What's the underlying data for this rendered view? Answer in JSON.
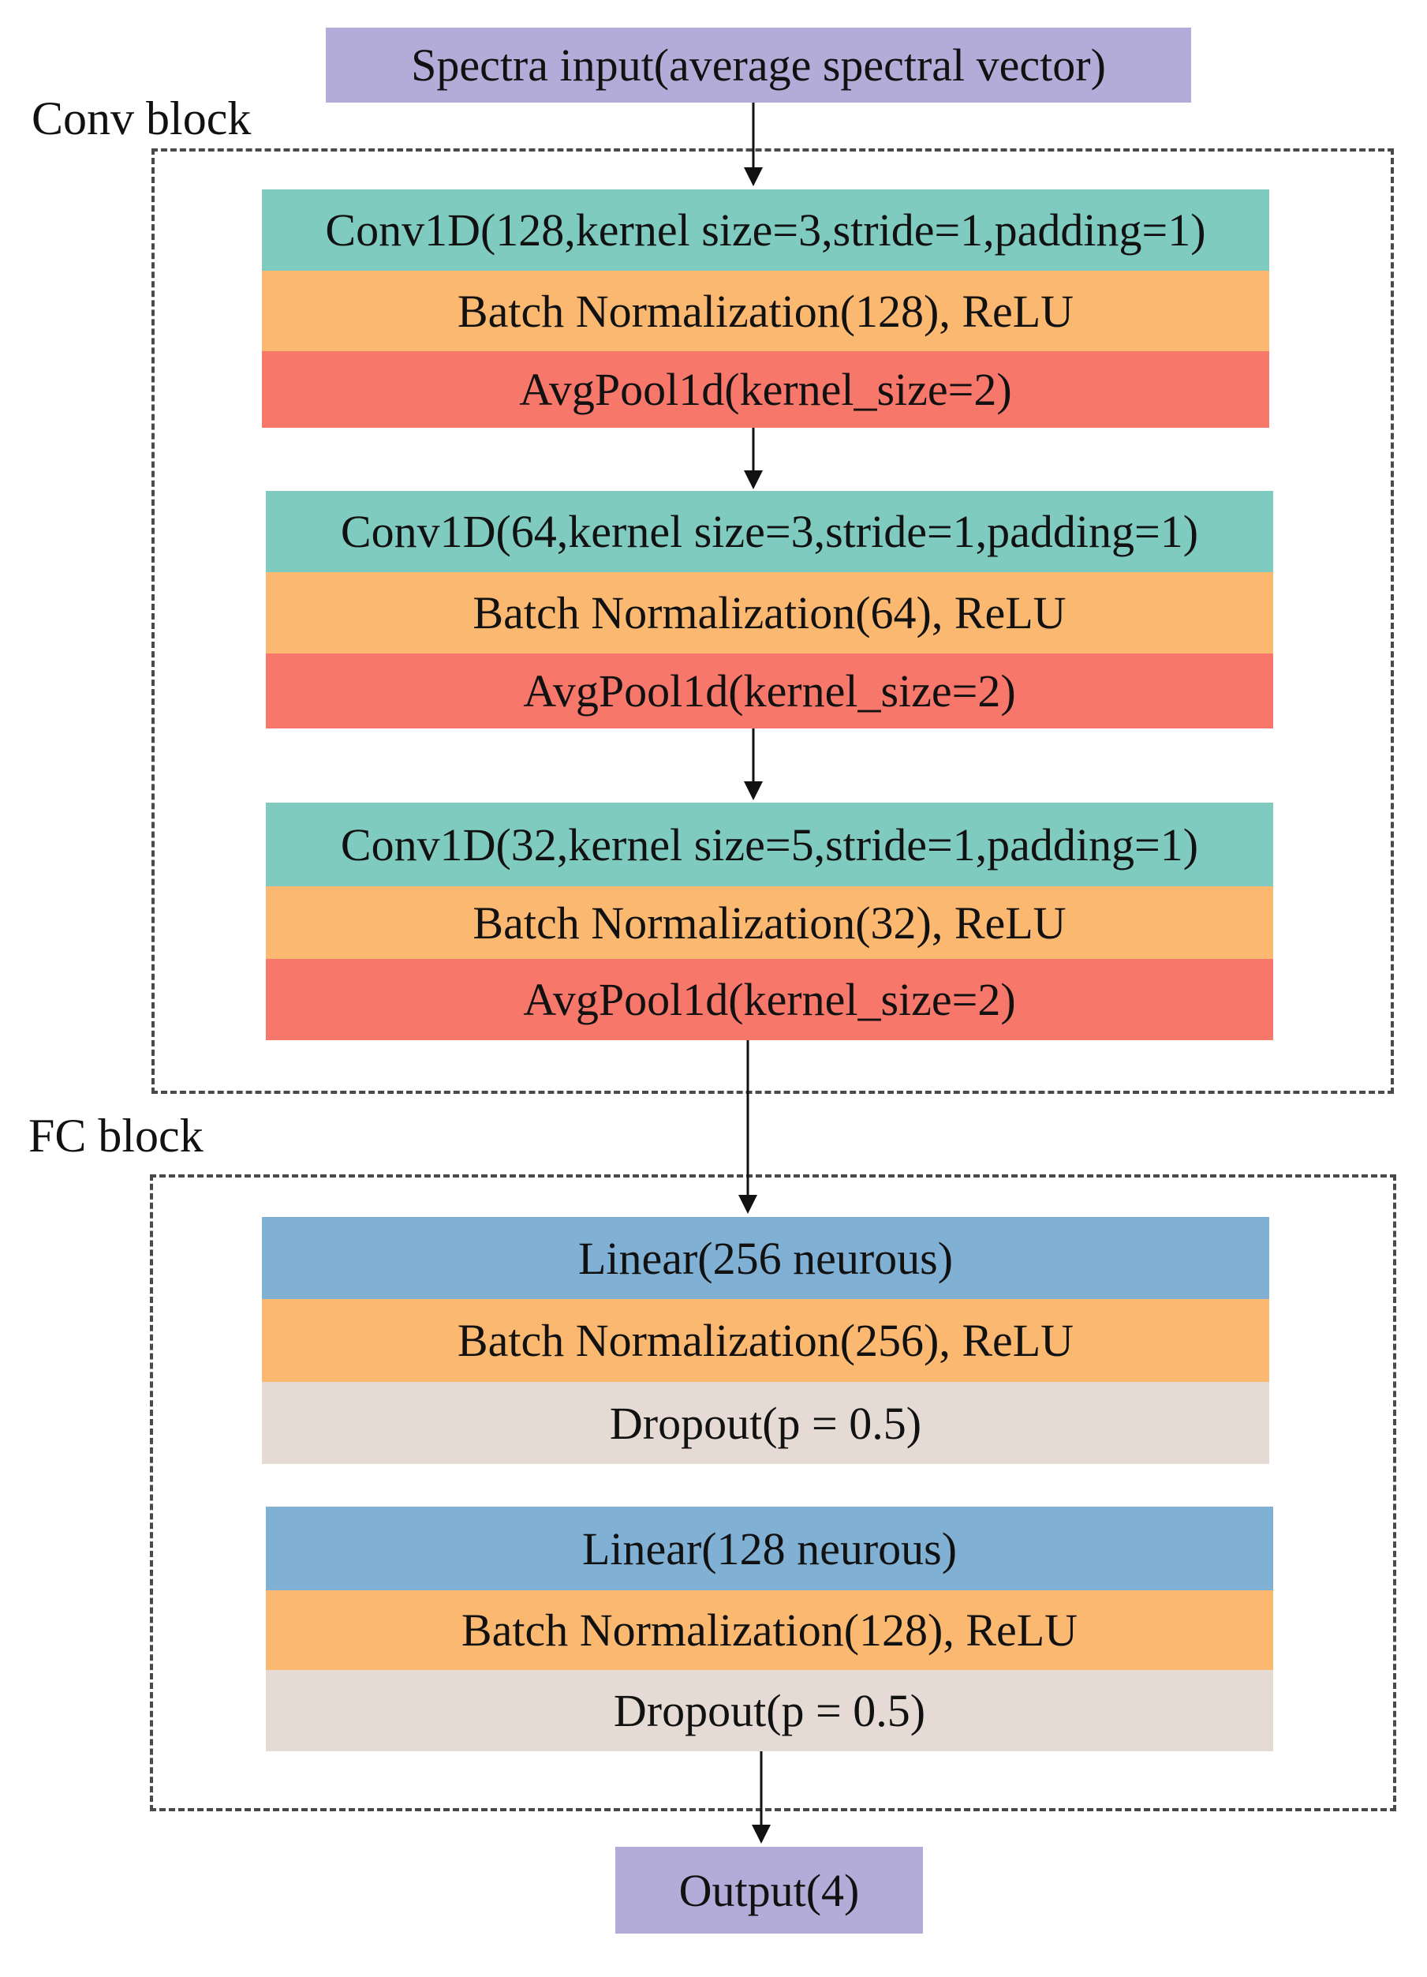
{
  "input": {
    "label": "Spectra input(average spectral vector)"
  },
  "conv_block": {
    "title": "Conv block",
    "layers": [
      {
        "conv": "Conv1D(128,kernel size=3,stride=1,padding=1)",
        "bn": "Batch Normalization(128), ReLU",
        "pool": "AvgPool1d(kernel_size=2)"
      },
      {
        "conv": "Conv1D(64,kernel size=3,stride=1,padding=1)",
        "bn": "Batch Normalization(64), ReLU",
        "pool": "AvgPool1d(kernel_size=2)"
      },
      {
        "conv": "Conv1D(32,kernel size=5,stride=1,padding=1)",
        "bn": "Batch Normalization(32), ReLU",
        "pool": "AvgPool1d(kernel_size=2)"
      }
    ]
  },
  "fc_block": {
    "title": "FC block",
    "layers": [
      {
        "linear": "Linear(256 neurous)",
        "bn": "Batch Normalization(256), ReLU",
        "dropout": "Dropout(p = 0.5)"
      },
      {
        "linear": "Linear(128 neurous)",
        "bn": "Batch Normalization(128), ReLU",
        "dropout": "Dropout(p = 0.5)"
      }
    ]
  },
  "output": {
    "label": "Output(4)"
  },
  "colors": {
    "io": "#b4acd8",
    "conv": "#80cbc0",
    "batch_norm": "#fbb871",
    "pool": "#f7786b",
    "linear": "#80b0d4",
    "dropout": "#e5dbd4"
  }
}
